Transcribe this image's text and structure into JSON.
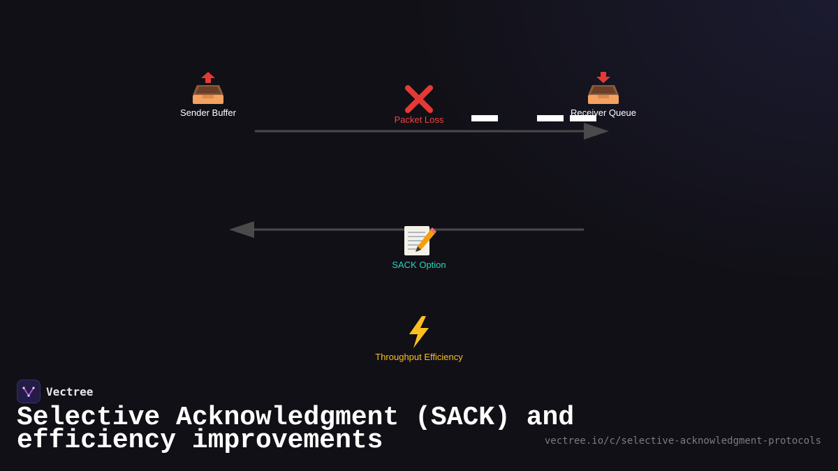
{
  "diagram": {
    "nodes": {
      "sender": {
        "label": "Sender Buffer",
        "icon": "outbox-tray-icon",
        "color": "#ffffff"
      },
      "loss": {
        "label": "Packet Loss",
        "icon": "cross-mark-icon",
        "color": "#ef4444"
      },
      "receiver": {
        "label": "Receiver Queue",
        "icon": "inbox-tray-icon",
        "color": "#ffffff"
      },
      "sack": {
        "label": "SACK Option",
        "icon": "memo-icon",
        "color": "#2dd4bf"
      },
      "efficiency": {
        "label": "Throughput Efficiency",
        "icon": "lightning-icon",
        "color": "#fbbf24"
      }
    },
    "edges": [
      {
        "from": "sender",
        "to": "receiver",
        "direction": "forward"
      },
      {
        "from": "receiver",
        "to": "sender",
        "direction": "backward"
      }
    ],
    "accent_colors": {
      "arrow": "#4a4a4a",
      "tray_orange": "#f4a261",
      "tray_red": "#e53935"
    }
  },
  "footer": {
    "brand_name": "Vectree",
    "title": "Selective Acknowledgment (SACK) and efficiency improvements",
    "url": "vectree.io/c/selective-acknowledgment-protocols",
    "logo_icon": "vectree-logo-icon"
  }
}
